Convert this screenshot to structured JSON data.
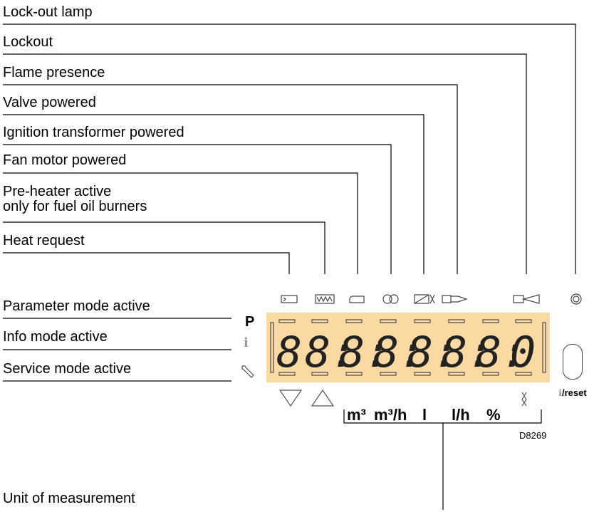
{
  "labels": {
    "lockout_lamp": "Lock-out lamp",
    "lockout": "Lockout",
    "flame_presence": "Flame presence",
    "valve_powered": "Valve powered",
    "ignition": "Ignition transformer powered",
    "fan_motor": "Fan motor powered",
    "preheater_1": "Pre-heater active",
    "preheater_2": "only for fuel oil burners",
    "heat_request": "Heat request",
    "parameter_mode": "Parameter mode active",
    "info_mode": "Info mode active",
    "service_mode": "Service mode active",
    "unit_measurement": "Unit of measurement"
  },
  "display": {
    "mode_p": "P",
    "units": [
      "m³",
      "m³/h",
      "l",
      "l/h",
      "%"
    ],
    "reset_label": "/reset",
    "figure_code": "D8269"
  },
  "icons": {
    "heat_request": "thermostat-icon",
    "preheater": "heater-coil-icon",
    "fan": "fan-motor-icon",
    "ignition": "ignition-transformer-icon",
    "valve": "valve-icon",
    "flame": "flame-sensor-icon",
    "lockout": "lockout-icon",
    "lamp": "lamp-icon"
  },
  "colors": {
    "lcd_background": "#fbd9a3"
  }
}
